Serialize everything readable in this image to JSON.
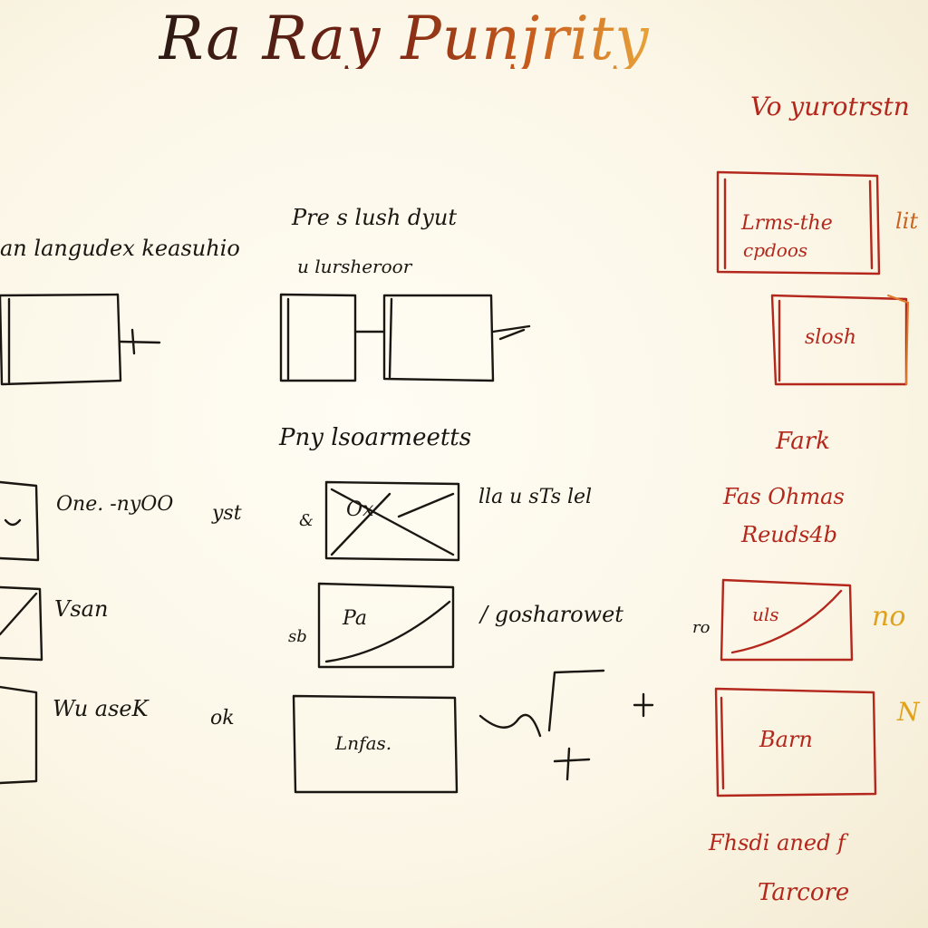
{
  "title": "Ra Ray Punjrity",
  "column_1": {
    "heading": "an langudex keasuhio",
    "rows": [
      {
        "label": "One. -nyOO",
        "note": "yst"
      },
      {
        "label": "Vsan",
        "note": ""
      },
      {
        "label": "Wu aseK",
        "note": "ok"
      }
    ]
  },
  "column_2": {
    "heading_line1": "Pre s lush  dyut",
    "heading_line2": "u lursheroor",
    "section_title": "Pny lsoarmeetts",
    "rows": [
      {
        "label": "lla u sTs lel",
        "box_text": "Ox",
        "side": "&"
      },
      {
        "label": "/ gosharowet",
        "box_text": "Pa",
        "side": "sb"
      },
      {
        "label": "",
        "box_text": "Lnfas.",
        "side": ""
      }
    ]
  },
  "column_3": {
    "heading": "Vo yurotrstn",
    "top_box_text_1": "Lrms-the",
    "top_box_text_2": "cpdoos",
    "top_box_side": "lit",
    "box_2_text": "slosh",
    "section_title": "Fark",
    "sub_1": "Fas Ohmas",
    "sub_2": "Reuds4b",
    "box_3_text": "uls",
    "box_3_side": "no",
    "box_3_left": "ro",
    "box_4_text": "Barn",
    "box_4_side": "N",
    "footer_1": "Fhsdi aned f",
    "footer_2": "Tarcore"
  },
  "colors": {
    "ink": "#1a1612",
    "red": "#b3271c",
    "orange": "#e07a2a",
    "paper": "#fdf9ec"
  }
}
